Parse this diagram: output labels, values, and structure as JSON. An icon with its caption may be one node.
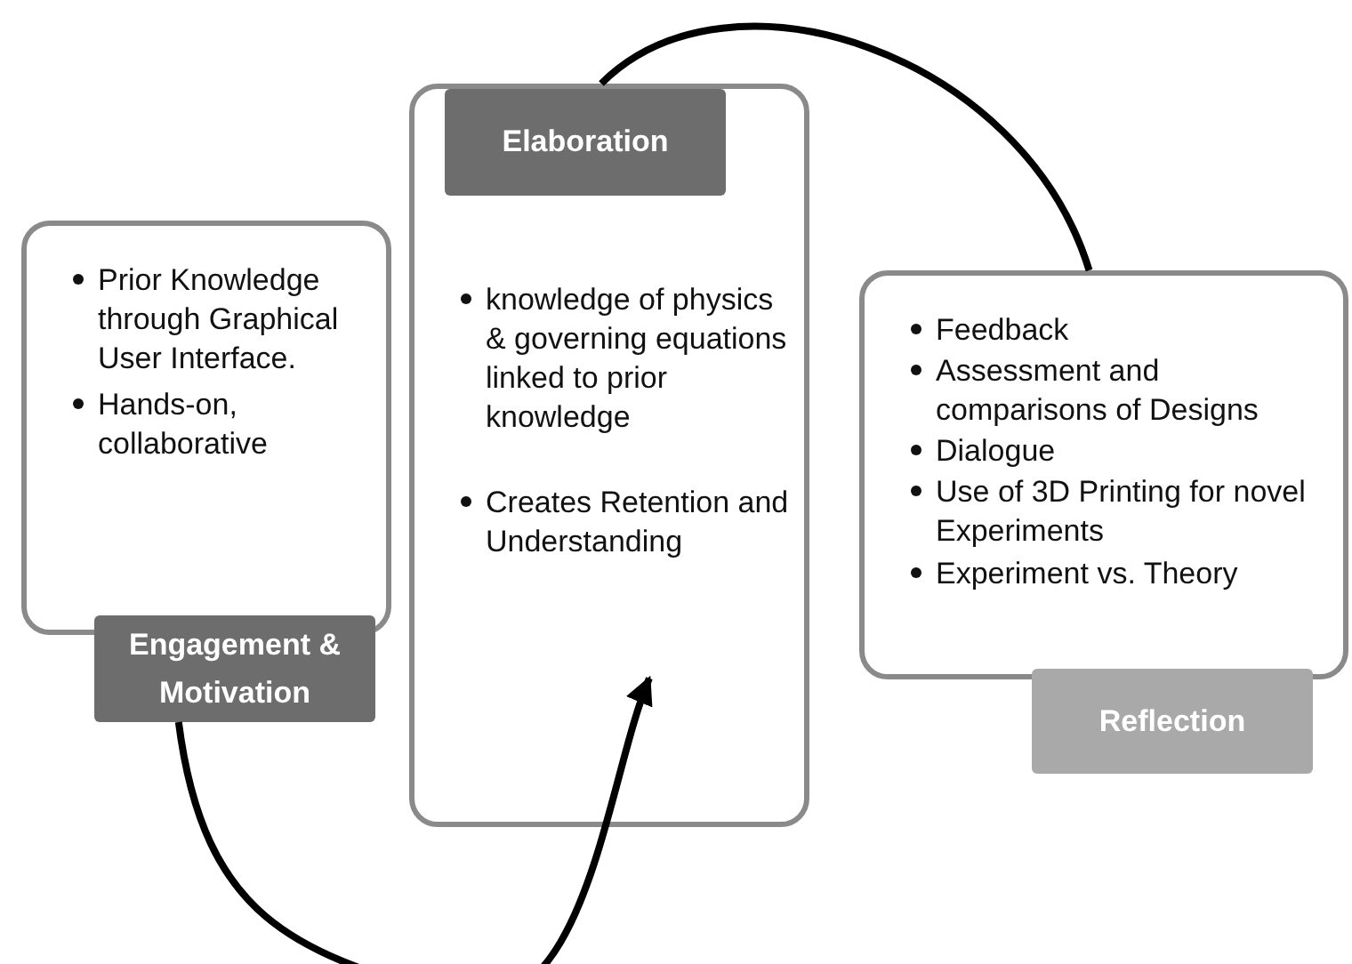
{
  "diagram": {
    "nodes": [
      {
        "text": [
          "Prior Knowledge through Graphical User Interface.",
          "Hands-on, collaborative"
        ]
      },
      {
        "text": [
          "Engagement & Motivation"
        ]
      },
      {
        "text": [
          "knowledge of physics & governing equations linked to prior knowledge",
          "Creates Retention and Understanding"
        ]
      },
      {
        "text": [
          "Elaboration"
        ],
        "in": 2
      },
      {
        "text": [
          "Feedback",
          "Assessment and comparisons of Designs",
          "Dialogue",
          "Use of 3D Printing for novel Experiments",
          "Experiment vs. Theory"
        ]
      },
      {
        "text": [
          "Reflection"
        ]
      }
    ],
    "edges": [
      {
        "from": 1,
        "to": 2,
        "arrow": "to"
      },
      {
        "from": 2,
        "to": 4,
        "arrow": "none"
      }
    ]
  }
}
